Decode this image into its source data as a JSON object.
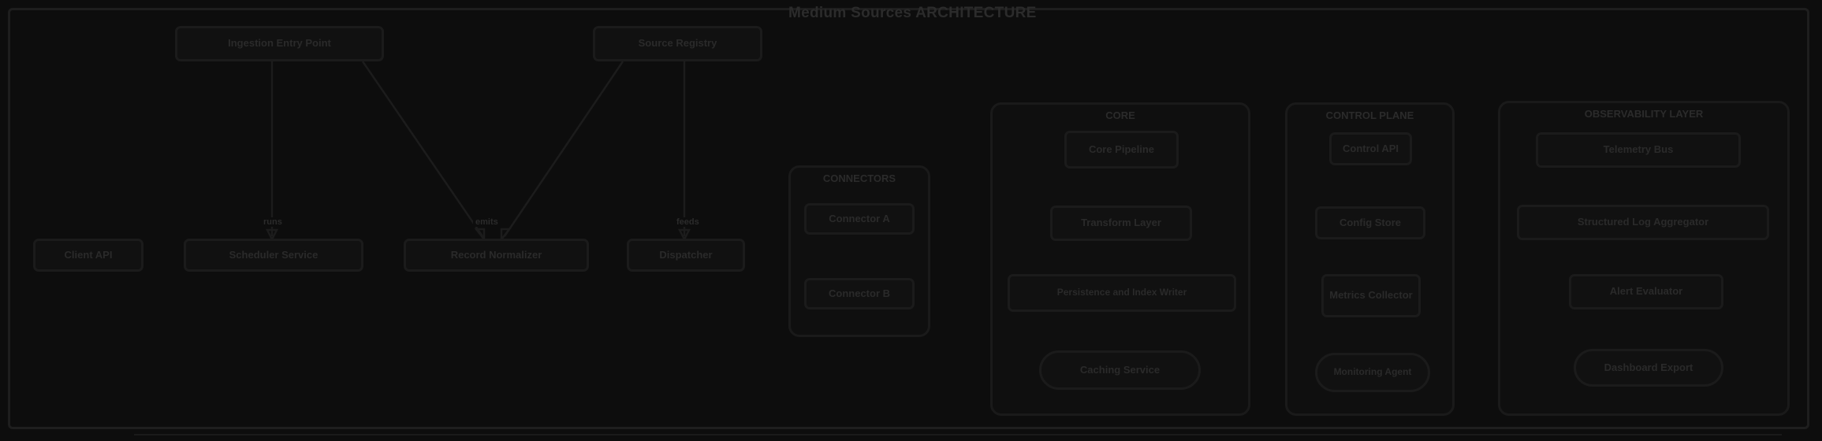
{
  "title": "Medium Sources ARCHITECTURE",
  "left_section": {
    "top_nodes": [
      {
        "id": "ingest",
        "label": "Ingestion Entry Point"
      },
      {
        "id": "registry",
        "label": "Source Registry"
      }
    ],
    "bottom_nodes": [
      {
        "id": "client",
        "label": "Client API"
      },
      {
        "id": "scheduler",
        "label": "Scheduler Service"
      },
      {
        "id": "normalizer",
        "label": "Record Normalizer"
      },
      {
        "id": "dispatcher",
        "label": "Dispatcher"
      }
    ],
    "edge_labels": [
      "runs",
      "emits",
      "feeds"
    ]
  },
  "panels": [
    {
      "id": "panel-connectors",
      "title": "CONNECTORS",
      "nodes": [
        {
          "label": "Connector A",
          "shape": "rect"
        },
        {
          "label": "Connector B",
          "shape": "rect"
        }
      ]
    },
    {
      "id": "panel-core",
      "title": "CORE",
      "nodes": [
        {
          "label": "Core Pipeline",
          "shape": "rect"
        },
        {
          "label": "Transform Layer",
          "shape": "rect"
        },
        {
          "label": "Persistence and Index Writer",
          "shape": "rect"
        },
        {
          "label": "Caching Service",
          "shape": "stadium"
        }
      ]
    },
    {
      "id": "panel-control",
      "title": "CONTROL PLANE",
      "nodes": [
        {
          "label": "Control API",
          "shape": "rect"
        },
        {
          "label": "Config Store",
          "shape": "rect"
        },
        {
          "label": "Metrics Collector",
          "shape": "rect"
        },
        {
          "label": "Monitoring Agent",
          "shape": "stadium"
        }
      ]
    },
    {
      "id": "panel-observability",
      "title": "OBSERVABILITY LAYER",
      "nodes": [
        {
          "label": "Telemetry Bus",
          "shape": "rect"
        },
        {
          "label": "Structured Log Aggregator",
          "shape": "rect"
        },
        {
          "label": "Alert Evaluator",
          "shape": "rect"
        },
        {
          "label": "Dashboard Export",
          "shape": "stadium"
        }
      ]
    }
  ],
  "colors": {
    "background": "#0d0d0d",
    "border": "#1b1b1b",
    "node_fill": "#111111",
    "text": "#2a2a2a"
  }
}
